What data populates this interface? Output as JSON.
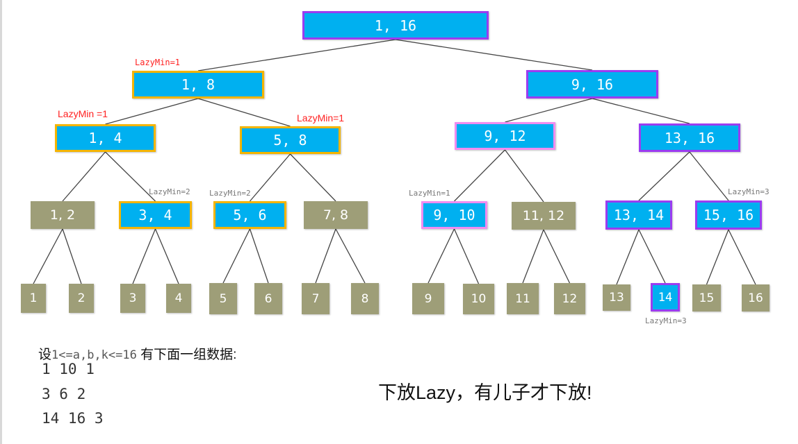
{
  "nodes": [
    {
      "id": "n1_16",
      "label": "1, 16",
      "style": "blue b-purple"
    },
    {
      "id": "n1_8",
      "label": "1, 8",
      "style": "blue b-yellow"
    },
    {
      "id": "n9_16",
      "label": "9, 16",
      "style": "blue b-purple"
    },
    {
      "id": "n1_4",
      "label": "1, 4",
      "style": "blue b-yellow"
    },
    {
      "id": "n5_8",
      "label": "5, 8",
      "style": "blue b-yellow"
    },
    {
      "id": "n9_12",
      "label": "9, 12",
      "style": "blue b-pink"
    },
    {
      "id": "n13_16",
      "label": "13, 16",
      "style": "blue b-purple"
    },
    {
      "id": "n1_2",
      "label": "1, 2",
      "style": "gray"
    },
    {
      "id": "n3_4",
      "label": "3, 4",
      "style": "blue b-yellow"
    },
    {
      "id": "n5_6",
      "label": "5, 6",
      "style": "blue b-yellow"
    },
    {
      "id": "n7_8",
      "label": "7, 8",
      "style": "gray"
    },
    {
      "id": "n9_10",
      "label": "9, 10",
      "style": "blue b-pink"
    },
    {
      "id": "n11_12",
      "label": "11, 12",
      "style": "gray"
    },
    {
      "id": "n13_14",
      "label": "13, 14",
      "style": "blue b-purple"
    },
    {
      "id": "n15_16",
      "label": "15, 16",
      "style": "blue b-purple"
    },
    {
      "id": "l1",
      "label": "1",
      "style": "gray"
    },
    {
      "id": "l2",
      "label": "2",
      "style": "gray"
    },
    {
      "id": "l3",
      "label": "3",
      "style": "gray"
    },
    {
      "id": "l4",
      "label": "4",
      "style": "gray"
    },
    {
      "id": "l5",
      "label": "5",
      "style": "gray"
    },
    {
      "id": "l6",
      "label": "6",
      "style": "gray"
    },
    {
      "id": "l7",
      "label": "7",
      "style": "gray"
    },
    {
      "id": "l8",
      "label": "8",
      "style": "gray"
    },
    {
      "id": "l9",
      "label": "9",
      "style": "gray"
    },
    {
      "id": "l10",
      "label": "10",
      "style": "gray"
    },
    {
      "id": "l11",
      "label": "11",
      "style": "gray"
    },
    {
      "id": "l12",
      "label": "12",
      "style": "gray"
    },
    {
      "id": "l13",
      "label": "13",
      "style": "gray"
    },
    {
      "id": "l14",
      "label": "14",
      "style": "blue b-purple"
    },
    {
      "id": "l15",
      "label": "15",
      "style": "gray"
    },
    {
      "id": "l16",
      "label": "16",
      "style": "gray"
    }
  ],
  "lazy_labels": [
    "LazyMin=1",
    "LazyMin =1",
    "LazyMin=1",
    "LazyMin=2",
    "LazyMin=2",
    "LazyMin=1",
    "LazyMin=3",
    "LazyMin=3"
  ],
  "text": {
    "intro_prefix": "设",
    "intro_range": "1<=a,b,k<=16",
    "intro_suffix": " 有下面一组数据:",
    "rows": [
      "1 10 1",
      "3 6 2",
      "14 16 3"
    ],
    "note": "下放Lazy，有儿子才下放!"
  }
}
